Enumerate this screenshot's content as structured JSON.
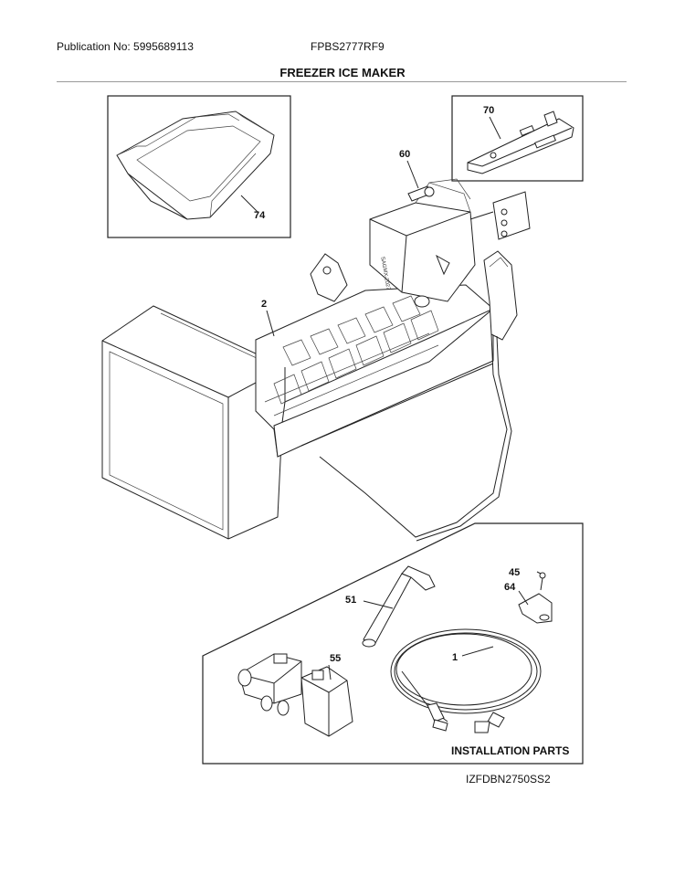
{
  "header": {
    "publication": "Publication No: 5995689113",
    "model": "FPBS2777RF9"
  },
  "title": "FREEZER ICE MAKER",
  "callouts": {
    "c74": "74",
    "c70": "70",
    "c60": "60",
    "c2": "2",
    "c45": "45",
    "c64": "64",
    "c51": "51",
    "c1": "1",
    "c55": "55"
  },
  "installation_label": "INSTALLATION PARTS",
  "footer_code": "IZFDBN2750SS2"
}
